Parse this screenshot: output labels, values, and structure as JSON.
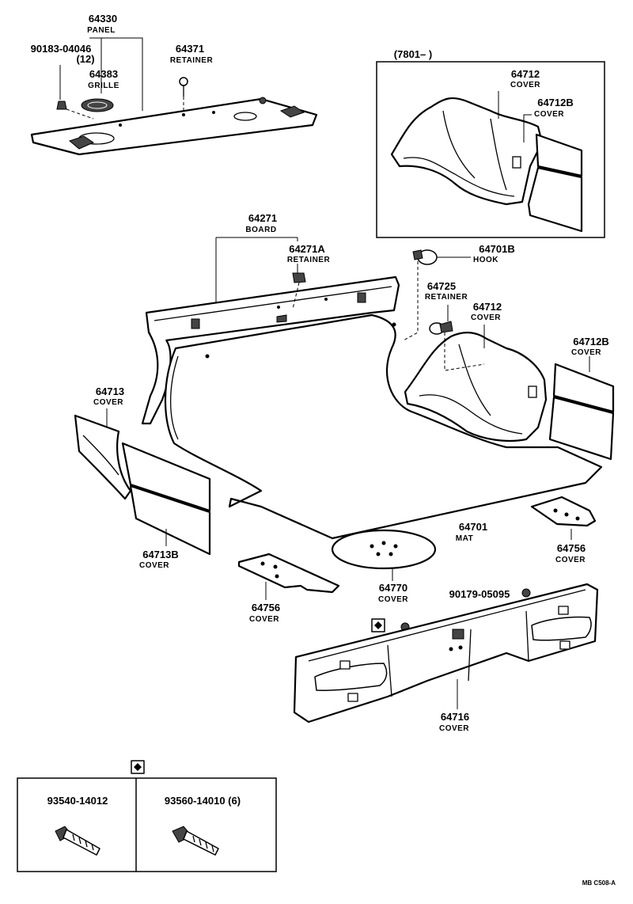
{
  "callouts": {
    "p64330": {
      "number": "64330",
      "name": "PANEL"
    },
    "p90183": {
      "number": "90183-04046",
      "name": "(12)"
    },
    "p64383": {
      "number": "64383",
      "name": "GRILLE"
    },
    "p64371": {
      "number": "64371",
      "name": "RETAINER"
    },
    "inset_title": "(7801–        )",
    "p64712_inset": {
      "number": "64712",
      "name": "COVER"
    },
    "p64712B_inset": {
      "number": "64712B",
      "name": "COVER"
    },
    "p64271": {
      "number": "64271",
      "name": "BOARD"
    },
    "p64271A": {
      "number": "64271A",
      "name": "RETAINER"
    },
    "p64701B": {
      "number": "64701B",
      "name": "HOOK"
    },
    "p64725": {
      "number": "64725",
      "name": "RETAINER"
    },
    "p64712": {
      "number": "64712",
      "name": "COVER"
    },
    "p64712B": {
      "number": "64712B",
      "name": "COVER"
    },
    "p64713": {
      "number": "64713",
      "name": "COVER"
    },
    "p64713B": {
      "number": "64713B",
      "name": "COVER"
    },
    "p64701": {
      "number": "64701",
      "name": "MAT"
    },
    "p64756_right": {
      "number": "64756",
      "name": "COVER"
    },
    "p64756_left": {
      "number": "64756",
      "name": "COVER"
    },
    "p64770": {
      "number": "64770",
      "name": "COVER"
    },
    "p90179": {
      "number": "90179-05095"
    },
    "p64716": {
      "number": "64716",
      "name": "COVER"
    }
  },
  "bolt_table": {
    "left": "93540-14012",
    "right": "93560-14010 (6)"
  },
  "drawing_ref": "MB C508-A"
}
